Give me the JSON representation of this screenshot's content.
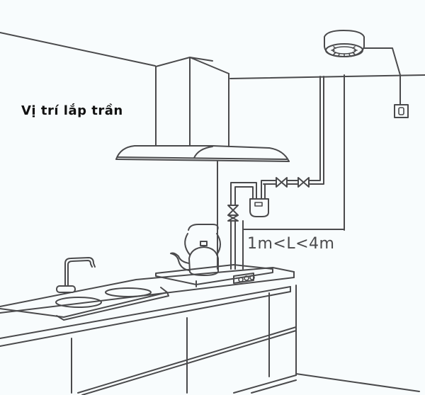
{
  "diagram": {
    "title_label": "Vị trí lắp trần",
    "distance_label": "1m<L<4m",
    "colors": {
      "background": "#f8fcfd",
      "line": "#4a4a4c",
      "title_text": "#111111"
    },
    "components": [
      {
        "name": "ceiling-gas-detector",
        "position": "ceiling-right"
      },
      {
        "name": "power-socket",
        "position": "right-wall"
      },
      {
        "name": "range-hood",
        "position": "ceiling-center"
      },
      {
        "name": "gas-pipe-with-valves",
        "valves": 3
      },
      {
        "name": "gas-meter"
      },
      {
        "name": "kettle"
      },
      {
        "name": "gas-stove",
        "knobs": 3
      },
      {
        "name": "sink-with-faucet",
        "basins": 2
      },
      {
        "name": "kitchen-cabinets"
      }
    ]
  }
}
